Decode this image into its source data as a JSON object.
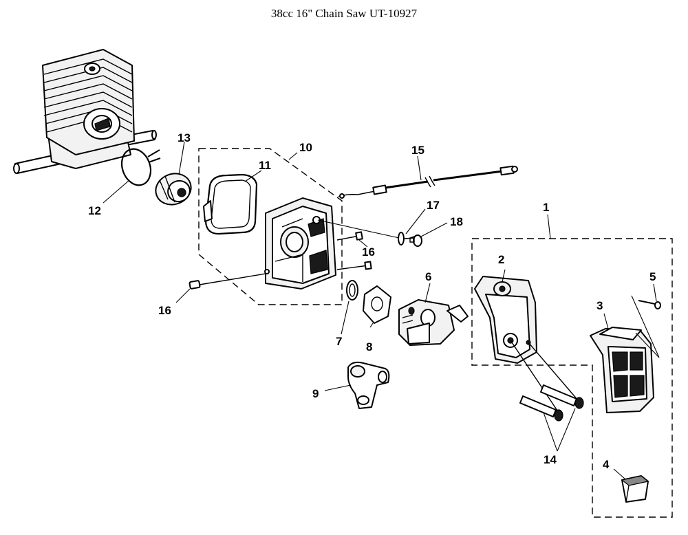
{
  "title": "38cc 16\" Chain Saw UT-10927",
  "callouts": {
    "c1": "1",
    "c2": "2",
    "c3": "3",
    "c4": "4",
    "c5": "5",
    "c6": "6",
    "c7": "7",
    "c8": "8",
    "c9": "9",
    "c10": "10",
    "c11": "11",
    "c12": "12",
    "c13": "13",
    "c14": "14",
    "c15": "15",
    "c16a": "16",
    "c16b": "16",
    "c17": "17",
    "c18": "18"
  }
}
